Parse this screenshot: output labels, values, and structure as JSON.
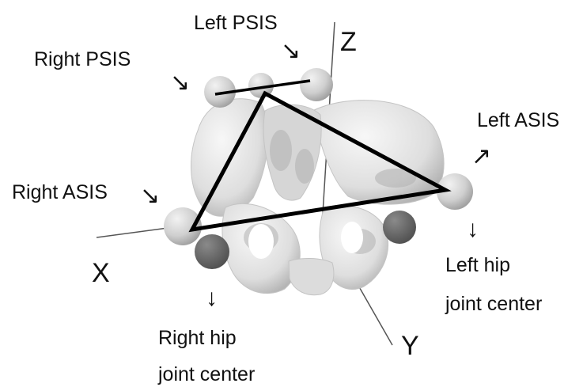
{
  "labels": {
    "left_psis": "Left PSIS",
    "right_psis": "Right PSIS",
    "left_asis": "Left ASIS",
    "right_asis": "Right ASIS",
    "left_hip_line1": "Left hip",
    "left_hip_line2": "joint center",
    "right_hip_line1": "Right hip",
    "right_hip_line2": "joint center"
  },
  "axes": {
    "x": "X",
    "y": "Y",
    "z": "Z"
  },
  "arrows": {
    "left_psis": "↘",
    "right_psis": "↘",
    "left_asis": "↗",
    "right_asis": "↘",
    "left_hip": "↓",
    "right_hip": "↓"
  },
  "colors": {
    "bone": "#e3e3e3",
    "bone_shadow": "#b9b9b9",
    "marker": "#c9c9c9",
    "hip_center": "#6d6d6d",
    "triangle": "#000000"
  }
}
